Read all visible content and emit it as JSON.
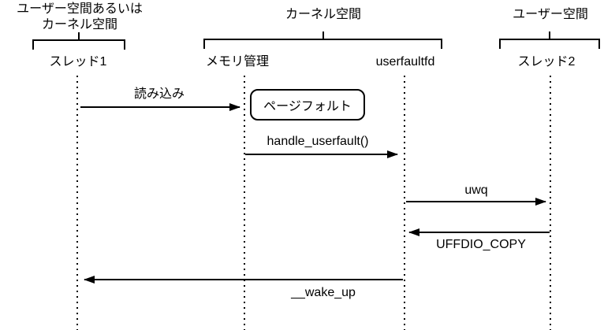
{
  "colors": {
    "ink": "#000000",
    "background": "#ffffff"
  },
  "groups": [
    {
      "id": "user-or-kernel-space",
      "label_lines": [
        "ユーザー空間あるいは",
        "カーネル空間"
      ]
    },
    {
      "id": "kernel-space",
      "label_lines": [
        "カーネル空間"
      ]
    },
    {
      "id": "user-space",
      "label_lines": [
        "ユーザー空間"
      ]
    }
  ],
  "lifelines": [
    {
      "label": "スレッド1",
      "group": "user-or-kernel-space"
    },
    {
      "label": "メモリ管理",
      "group": "kernel-space"
    },
    {
      "label": "userfaultfd",
      "group": "kernel-space"
    },
    {
      "label": "スレッド2",
      "group": "user-space"
    }
  ],
  "note": {
    "label": "ページフォルト",
    "attached_to": "メモリ管理"
  },
  "messages": [
    {
      "label": "読み込み",
      "from": "スレッド1",
      "to": "メモリ管理",
      "direction": "right"
    },
    {
      "label": "handle_userfault()",
      "from": "メモリ管理",
      "to": "userfaultfd",
      "direction": "right"
    },
    {
      "label": "uwq",
      "from": "userfaultfd",
      "to": "スレッド2",
      "direction": "right"
    },
    {
      "label": "UFFDIO_COPY",
      "from": "スレッド2",
      "to": "userfaultfd",
      "direction": "left"
    },
    {
      "label": "__wake_up",
      "from": "userfaultfd",
      "to": "スレッド1",
      "direction": "left"
    }
  ]
}
